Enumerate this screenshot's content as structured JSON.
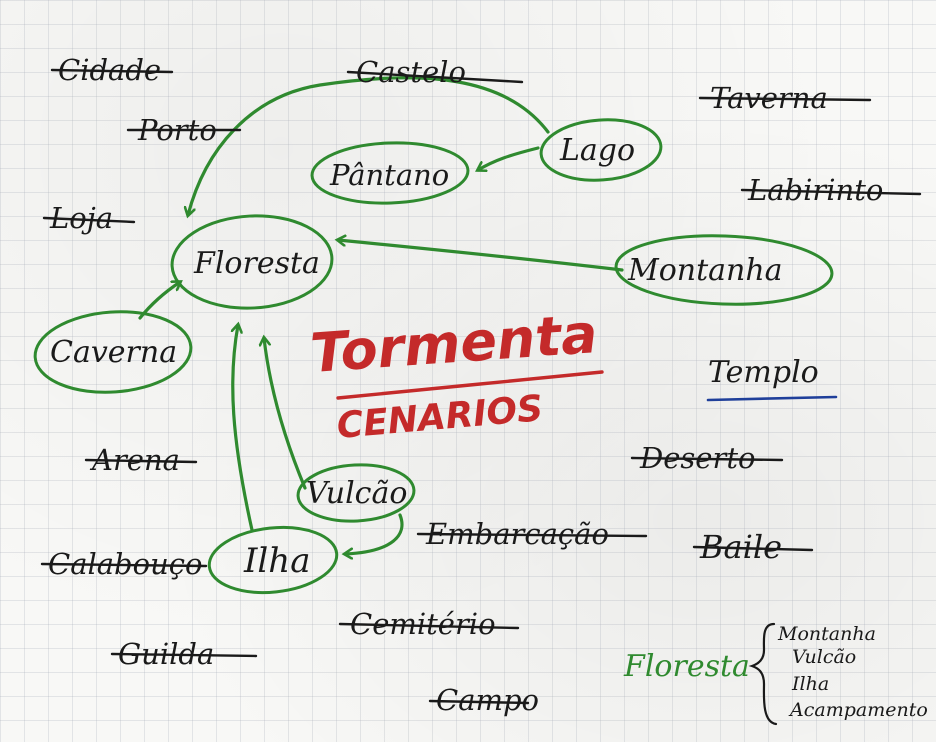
{
  "colors": {
    "ink": "#1a1a1a",
    "green": "#2f8a2f",
    "red": "#c42a2a",
    "blue": "#1f3f9a"
  },
  "title": "Tormenta",
  "subtitle": "CENARIOS",
  "circled": {
    "floresta": "Floresta",
    "caverna": "Caverna",
    "pantano": "Pântano",
    "lago": "Lago",
    "montanha": "Montanha",
    "vulcao": "Vulcão",
    "ilha": "Ilha"
  },
  "crossed": {
    "cidade": "Cidade",
    "castelo": "Castelo",
    "porto": "Porto",
    "loja": "Loja",
    "taverna": "Taverna",
    "labirinto": "Labirinto",
    "arena": "Arena",
    "deserto": "Deserto",
    "embarcacao": "Embarcação",
    "baile": "Baile",
    "calabouco": "Calabouço",
    "guilda": "Guilda",
    "cemiterio": "Cemitério",
    "campo": "Campo"
  },
  "underlined": {
    "templo": "Templo"
  },
  "legend": {
    "head": "Floresta",
    "items": [
      "Montanha",
      "Vulcão",
      "Ilha",
      "Acampamento"
    ]
  }
}
